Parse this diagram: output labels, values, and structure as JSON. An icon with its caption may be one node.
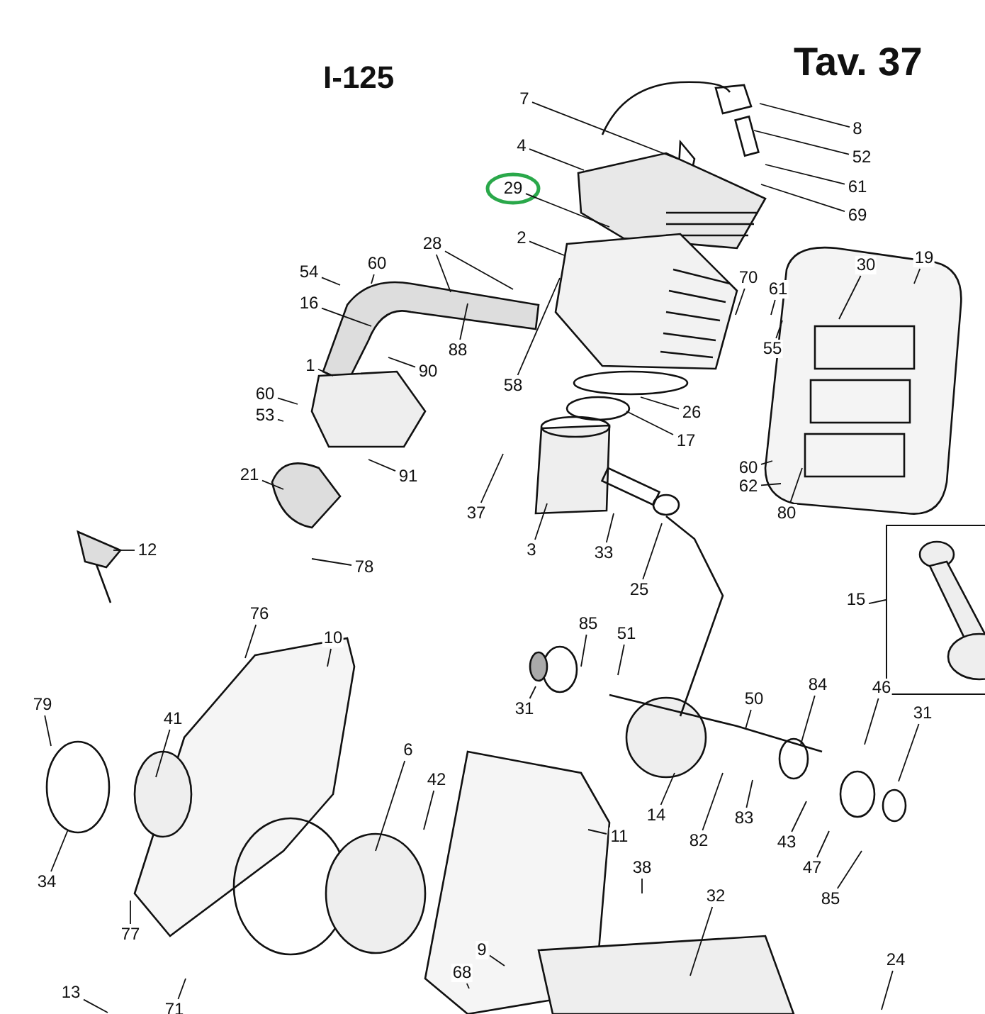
{
  "diagram": {
    "nodes": [
      {
        "text": [
          "7"
        ]
      },
      {
        "text": [
          "8"
        ]
      },
      {
        "text": [
          "52"
        ]
      },
      {
        "text": [
          "4"
        ]
      },
      {
        "text": [
          "61"
        ]
      },
      {
        "text": [
          "29"
        ]
      },
      {
        "text": [
          "69"
        ]
      },
      {
        "text": [
          "2"
        ]
      },
      {
        "text": [
          "28"
        ]
      },
      {
        "text": [
          "54"
        ]
      },
      {
        "text": [
          "60"
        ]
      },
      {
        "text": [
          "70"
        ]
      },
      {
        "text": [
          "30"
        ]
      },
      {
        "text": [
          "19"
        ]
      },
      {
        "text": [
          "16"
        ]
      },
      {
        "text": [
          "61"
        ]
      },
      {
        "text": [
          "88"
        ]
      },
      {
        "text": [
          "55"
        ]
      },
      {
        "text": [
          "1"
        ]
      },
      {
        "text": [
          "90"
        ]
      },
      {
        "text": [
          "58"
        ]
      },
      {
        "text": [
          "60"
        ]
      },
      {
        "text": [
          "53"
        ]
      },
      {
        "text": [
          "26"
        ]
      },
      {
        "text": [
          "17"
        ]
      },
      {
        "text": [
          "91"
        ]
      },
      {
        "text": [
          "21"
        ]
      },
      {
        "text": [
          "37"
        ]
      },
      {
        "text": [
          "60"
        ]
      },
      {
        "text": [
          "62"
        ]
      },
      {
        "text": [
          "80"
        ]
      },
      {
        "text": [
          "3"
        ]
      },
      {
        "text": [
          "33"
        ]
      },
      {
        "text": [
          "25"
        ]
      },
      {
        "text": [
          "12"
        ]
      },
      {
        "text": [
          "78"
        ]
      },
      {
        "text": [
          "15"
        ]
      },
      {
        "text": [],
        "shape": "box"
      },
      {
        "text": [
          "76"
        ]
      },
      {
        "text": [
          "10"
        ]
      },
      {
        "text": [
          "85"
        ]
      },
      {
        "text": [
          "51"
        ]
      },
      {
        "text": [
          "31"
        ]
      },
      {
        "text": [
          "50"
        ]
      },
      {
        "text": [
          "84"
        ]
      },
      {
        "text": [
          "46"
        ]
      },
      {
        "text": [
          "31"
        ]
      },
      {
        "text": [
          "79"
        ]
      },
      {
        "text": [
          "41"
        ]
      },
      {
        "text": [
          "6"
        ]
      },
      {
        "text": [
          "42"
        ]
      },
      {
        "text": [
          "14"
        ]
      },
      {
        "text": [
          "82"
        ]
      },
      {
        "text": [
          "83"
        ]
      },
      {
        "text": [
          "43"
        ]
      },
      {
        "text": [
          "11"
        ]
      },
      {
        "text": [
          "47"
        ]
      },
      {
        "text": [
          "34"
        ]
      },
      {
        "text": [
          "38"
        ]
      },
      {
        "text": [
          "85"
        ]
      },
      {
        "text": [
          "32"
        ]
      },
      {
        "text": [
          "77"
        ]
      },
      {
        "text": [
          "9"
        ]
      },
      {
        "text": [
          "24"
        ]
      },
      {
        "text": [
          "68"
        ]
      },
      {
        "text": [
          "13"
        ]
      },
      {
        "text": [
          "71"
        ]
      }
    ],
    "edges": [
      {
        "from": 0,
        "to": null,
        "arrow": "none"
      },
      {
        "from": 1,
        "to": null,
        "arrow": "none"
      },
      {
        "from": 2,
        "to": null,
        "arrow": "none"
      },
      {
        "from": 3,
        "to": null,
        "arrow": "none"
      },
      {
        "from": 4,
        "to": null,
        "arrow": "none"
      },
      {
        "from": 5,
        "to": null,
        "arrow": "none"
      },
      {
        "from": 6,
        "to": null,
        "arrow": "none"
      },
      {
        "from": 7,
        "to": null,
        "arrow": "none"
      },
      {
        "from": 8,
        "to": null,
        "arrow": "none"
      },
      {
        "from": 8,
        "to": null,
        "arrow": "none"
      },
      {
        "from": 9,
        "to": null,
        "arrow": "none"
      },
      {
        "from": 10,
        "to": null,
        "arrow": "none"
      },
      {
        "from": 11,
        "to": null,
        "arrow": "none"
      },
      {
        "from": 12,
        "to": null,
        "arrow": "none"
      },
      {
        "from": 13,
        "to": null,
        "arrow": "none"
      },
      {
        "from": 14,
        "to": null,
        "arrow": "none"
      },
      {
        "from": 15,
        "to": null,
        "arrow": "none"
      },
      {
        "from": 16,
        "to": null,
        "arrow": "none"
      },
      {
        "from": 17,
        "to": null,
        "arrow": "none"
      },
      {
        "from": 18,
        "to": null,
        "arrow": "none"
      },
      {
        "from": 19,
        "to": null,
        "arrow": "none"
      },
      {
        "from": 20,
        "to": null,
        "arrow": "none"
      },
      {
        "from": 21,
        "to": null,
        "arrow": "none"
      },
      {
        "from": 22,
        "to": null,
        "arrow": "none"
      },
      {
        "from": 23,
        "to": null,
        "arrow": "none"
      },
      {
        "from": 24,
        "to": null,
        "arrow": "none"
      },
      {
        "from": 25,
        "to": null,
        "arrow": "none"
      },
      {
        "from": 26,
        "to": null,
        "arrow": "none"
      },
      {
        "from": 27,
        "to": null,
        "arrow": "none"
      },
      {
        "from": 28,
        "to": null,
        "arrow": "none"
      },
      {
        "from": 29,
        "to": null,
        "arrow": "none"
      },
      {
        "from": 30,
        "to": null,
        "arrow": "none"
      },
      {
        "from": 31,
        "to": null,
        "arrow": "none"
      },
      {
        "from": 32,
        "to": null,
        "arrow": "none"
      },
      {
        "from": 33,
        "to": null,
        "arrow": "none"
      },
      {
        "from": 34,
        "to": null,
        "arrow": "none"
      },
      {
        "from": 35,
        "to": null,
        "arrow": "none"
      },
      {
        "from": 36,
        "to": 37,
        "arrow": "none"
      },
      {
        "from": 38,
        "to": null,
        "arrow": "none"
      },
      {
        "from": 39,
        "to": null,
        "arrow": "none"
      },
      {
        "from": 40,
        "to": null,
        "arrow": "none"
      },
      {
        "from": 41,
        "to": null,
        "arrow": "none"
      },
      {
        "from": 42,
        "to": null,
        "arrow": "none"
      },
      {
        "from": 43,
        "to": null,
        "arrow": "none"
      },
      {
        "from": 44,
        "to": null,
        "arrow": "none"
      },
      {
        "from": 45,
        "to": null,
        "arrow": "none"
      },
      {
        "from": 46,
        "to": null,
        "arrow": "none"
      },
      {
        "from": 47,
        "to": null,
        "arrow": "none"
      },
      {
        "from": 48,
        "to": null,
        "arrow": "none"
      },
      {
        "from": 49,
        "to": null,
        "arrow": "none"
      },
      {
        "from": 50,
        "to": null,
        "arrow": "none"
      },
      {
        "from": 51,
        "to": null,
        "arrow": "none"
      },
      {
        "from": 52,
        "to": null,
        "arrow": "none"
      },
      {
        "from": 53,
        "to": null,
        "arrow": "none"
      },
      {
        "from": 54,
        "to": null,
        "arrow": "none"
      },
      {
        "from": 55,
        "to": null,
        "arrow": "none"
      },
      {
        "from": 56,
        "to": null,
        "arrow": "none"
      },
      {
        "from": 57,
        "to": null,
        "arrow": "none"
      },
      {
        "from": 58,
        "to": null,
        "arrow": "none"
      },
      {
        "from": 59,
        "to": null,
        "arrow": "none"
      },
      {
        "from": 60,
        "to": null,
        "arrow": "none"
      },
      {
        "from": 61,
        "to": null,
        "arrow": "none"
      },
      {
        "from": 62,
        "to": null,
        "arrow": "none"
      },
      {
        "from": 63,
        "to": null,
        "arrow": "none"
      },
      {
        "from": 64,
        "to": null,
        "arrow": "none"
      },
      {
        "from": 65,
        "to": null,
        "arrow": "none"
      },
      {
        "from": 66,
        "to": null,
        "arrow": "none"
      }
    ],
    "labels": [
      "I-125",
      "Tav. 37"
    ]
  }
}
